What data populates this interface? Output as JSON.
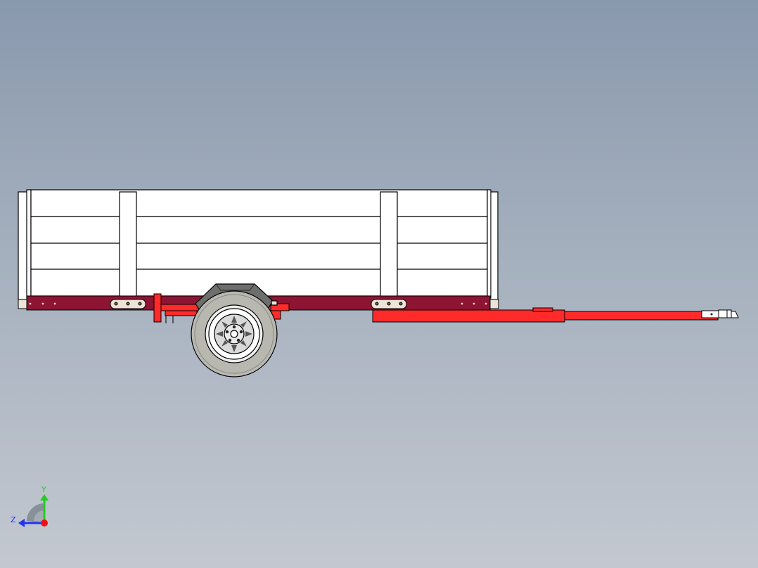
{
  "viewport": {
    "background_top": "#8999ad",
    "background_bottom": "#c3c8d0"
  },
  "model": {
    "body_color": "#ffffff",
    "frame_color": "#8e1433",
    "drawbar_color": "#ff2a2a",
    "tire_color": "#b8b8b0",
    "fender_color": "#6e6e6e",
    "outline_color": "#000000"
  },
  "triad": {
    "y_label": "Y",
    "z_label": "Z",
    "y_color": "#22cc22",
    "z_color": "#2233ee",
    "x_color": "#ee1111",
    "icons": [
      "view-orientation-triad"
    ]
  }
}
